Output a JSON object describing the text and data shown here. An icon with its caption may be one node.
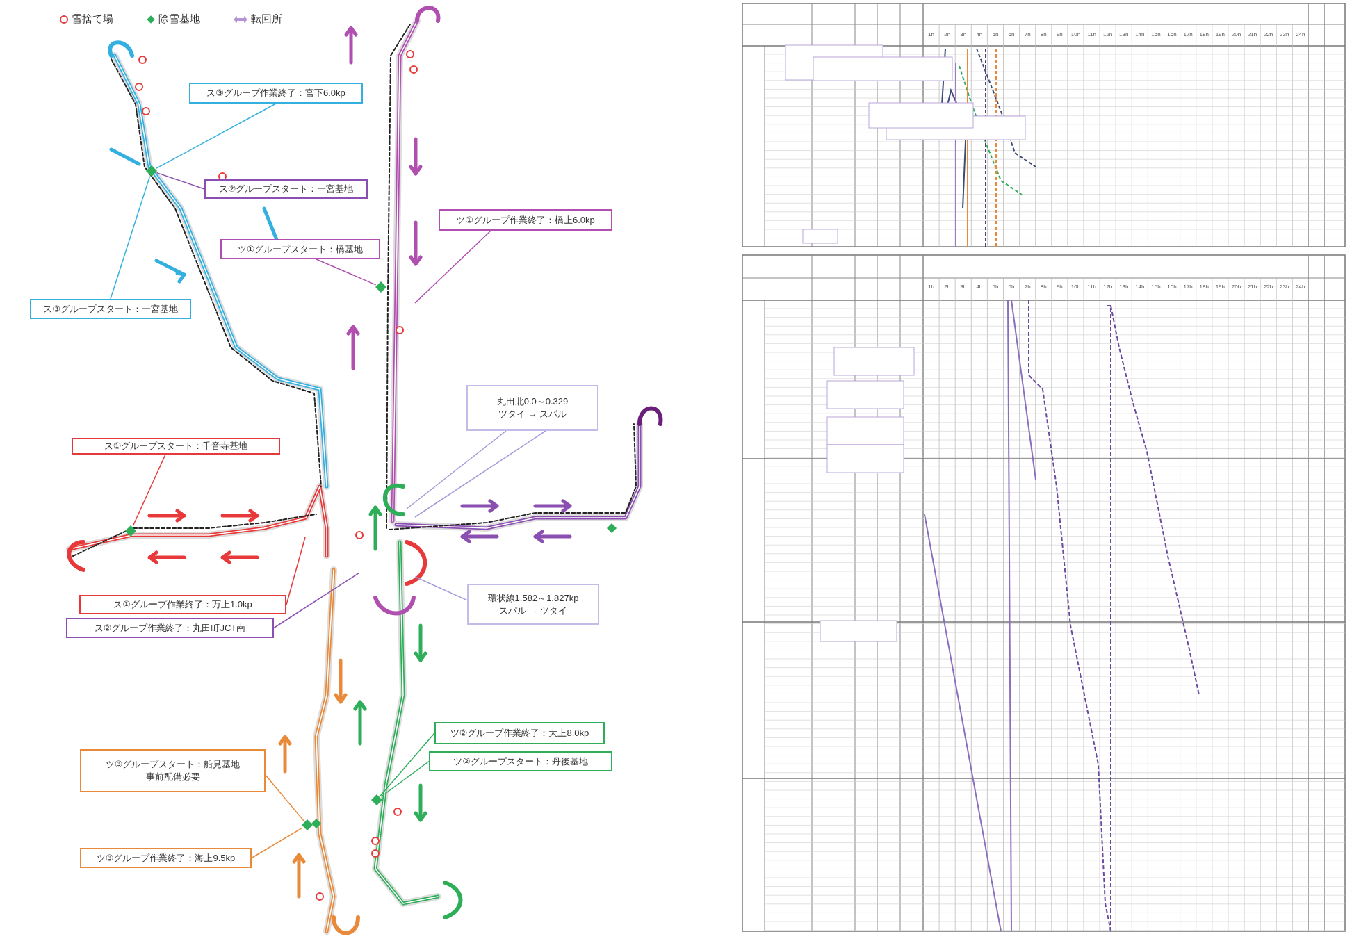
{
  "diagram": {
    "nodes": [
      {
        "text": [
          "ス③グループ作業終了：宮下6.0kp"
        ]
      },
      {
        "text": [
          "ス②グループスタート：一宮基地"
        ]
      },
      {
        "text": [
          "ツ①グループ作業終了：橋上6.0kp"
        ]
      },
      {
        "text": [
          "ツ①グループスタート：橋基地"
        ]
      },
      {
        "text": [
          "ス③グループスタート：一宮基地"
        ]
      },
      {
        "text": [
          "丸田北0.0～0.329",
          "ツタイ → スパル"
        ]
      },
      {
        "text": [
          "ス①グループスタート：千音寺基地"
        ]
      },
      {
        "text": [
          "ス①グループ作業終了：万上1.0kp"
        ]
      },
      {
        "text": [
          "ス②グループ作業終了：丸田町JCT南"
        ]
      },
      {
        "text": [
          "環状線1.582～1.827kp",
          "スパル → ツタイ"
        ]
      },
      {
        "text": [
          "ツ②グループ作業終了：大上8.0kp"
        ]
      },
      {
        "text": [
          "ツ②グループスタート：丹後基地"
        ]
      },
      {
        "text": [
          "ツ③グループスタート：船見基地",
          "事前配備必要"
        ]
      },
      {
        "text": [
          "ツ③グループ作業終了：海上9.5kp"
        ]
      },
      {
        "text": [],
        "shape": "diamond"
      },
      {
        "text": [],
        "shape": "diamond"
      },
      {
        "text": [],
        "shape": "diamond"
      },
      {
        "text": [],
        "shape": "diamond"
      },
      {
        "text": [],
        "shape": "diamond"
      }
    ],
    "edges": [
      {
        "from": 0,
        "to": 14,
        "arrow": "none",
        "color": "#33b0e0"
      },
      {
        "from": 1,
        "to": 14,
        "arrow": "none",
        "color": "#8a4fb0"
      },
      {
        "from": 2,
        "to": null,
        "arrow": "none",
        "color": "#b04fb0"
      },
      {
        "from": 3,
        "to": 15,
        "arrow": "none",
        "color": "#b04fb0"
      },
      {
        "from": 4,
        "to": 14,
        "arrow": "none",
        "color": "#33b0e0"
      },
      {
        "from": 5,
        "to": null,
        "arrow": "none",
        "color": "#a59ad8"
      },
      {
        "from": 5,
        "to": null,
        "arrow": "none",
        "color": "#a59ad8"
      },
      {
        "from": 6,
        "to": 16,
        "arrow": "none",
        "color": "#e8393a"
      },
      {
        "from": 7,
        "to": null,
        "arrow": "none",
        "color": "#e8393a"
      },
      {
        "from": 8,
        "to": null,
        "arrow": "none",
        "color": "#8a4fb0"
      },
      {
        "from": 9,
        "to": null,
        "arrow": "none",
        "color": "#a59ad8"
      },
      {
        "from": 10,
        "to": 17,
        "arrow": "none",
        "color": "#2fae5a"
      },
      {
        "from": 11,
        "to": 17,
        "arrow": "none",
        "color": "#2fae5a"
      },
      {
        "from": 12,
        "to": 18,
        "arrow": "none",
        "color": "#e88a3a"
      },
      {
        "from": 13,
        "to": 18,
        "arrow": "none",
        "color": "#e88a3a"
      }
    ],
    "labels": [
      "1h",
      "2h",
      "3h",
      "4h",
      "5h",
      "6h",
      "7h",
      "8h",
      "9h",
      "10h",
      "11h",
      "12h",
      "13h",
      "14h",
      "15h",
      "16h",
      "17h",
      "18h",
      "19h",
      "20h",
      "21h",
      "22h",
      "23h",
      "24h",
      "1h",
      "2h",
      "3h",
      "4h",
      "5h",
      "6h",
      "7h",
      "8h",
      "9h",
      "10h",
      "11h",
      "12h",
      "13h",
      "14h",
      "15h",
      "16h",
      "17h",
      "18h",
      "19h",
      "20h",
      "21h",
      "22h",
      "23h",
      "24h"
    ],
    "legend": [
      {
        "text": "雪捨て場"
      },
      {
        "text": "除雪基地"
      },
      {
        "text": "転回所"
      }
    ]
  }
}
